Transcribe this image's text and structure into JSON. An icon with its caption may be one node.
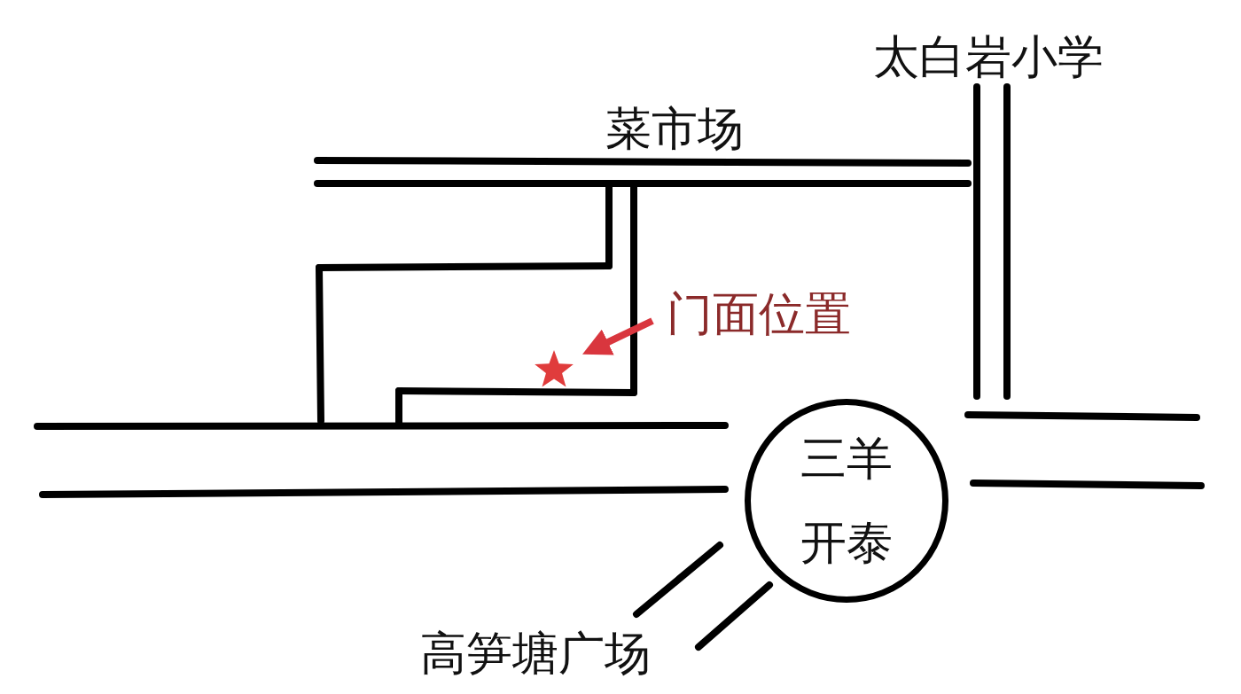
{
  "diagram": {
    "nodes": [
      {
        "text": [
          "门面位置"
        ]
      },
      {
        "text": [],
        "shape": "star"
      },
      {
        "text": [
          "三羊开泰"
        ]
      }
    ],
    "edges": [
      {
        "from": 0,
        "to": 1,
        "arrow": "to",
        "color": "#d9363e"
      }
    ],
    "labels": [
      "太白岩小学",
      "菜市场",
      "高笋塘广场"
    ]
  }
}
